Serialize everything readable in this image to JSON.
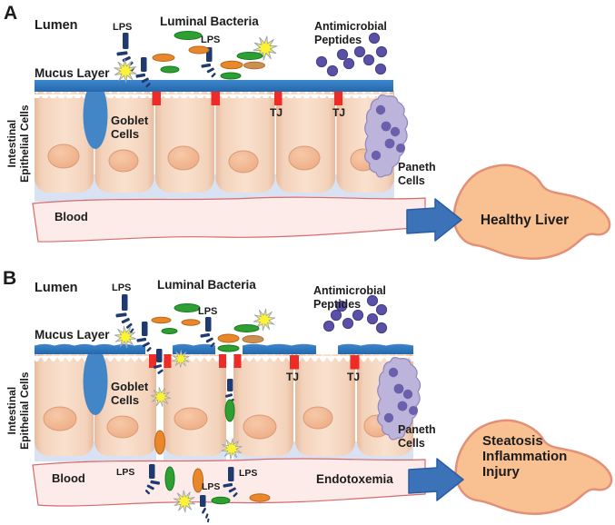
{
  "figure": {
    "description": "Intestinal barrier and liver diagram, panels A and B"
  },
  "colors": {
    "text": "#1c1c1c",
    "navy": "#1e3a6e",
    "mucus": "#2e78c2",
    "goblet": "#4286c8",
    "tj_red": "#ee2b26",
    "cell_fill": "#f6d7c2",
    "cell_edge": "#e7bb9e",
    "nucleus": "#f0b291",
    "nucleus_edge": "#db9a76",
    "amp_purple": "#5b50a7",
    "amp_edge": "#453d85",
    "paneth_fill": "#bdb4dc",
    "paneth_edge": "#9087bf",
    "paneth_granule": "#6b60ab",
    "star_yellow": "#fdf233",
    "star_edge": "#9aa3b5",
    "green": "#2f9e33",
    "green_edge": "#157a1c",
    "orange": "#e8882b",
    "orange_edge": "#bb651a",
    "tan": "#cd8f52",
    "tan_edge": "#a96f33",
    "vessel_fill": "#fcebe9",
    "vessel_edge": "#d76a6a",
    "strip": "#d9e2f2",
    "arrow": "#3b72b8",
    "arrow_edge": "#2a5ca6",
    "liver_fill": "#f9c091",
    "liver_edge": "#e29077"
  },
  "panel_a": {
    "label": "A",
    "lumen": "Lumen",
    "lps_label_1": "LPS",
    "lps_label_2": "LPS",
    "luminal_bacteria": "Luminal Bacteria",
    "antimicrobial_1": "Antimicrobial",
    "antimicrobial_2": "Peptides",
    "mucus_layer": "Mucus Layer",
    "epithelium_1": "Intestinal",
    "epithelium_2": "Epithelial Cells",
    "goblet_1": "Goblet",
    "goblet_2": "Cells",
    "tj_1": "TJ",
    "tj_2": "TJ",
    "paneth_1": "Paneth",
    "paneth_2": "Cells",
    "blood": "Blood",
    "liver": "Healthy Liver"
  },
  "panel_b": {
    "label": "B",
    "lumen": "Lumen",
    "lps_label_1": "LPS",
    "lps_label_2": "LPS",
    "luminal_bacteria": "Luminal Bacteria",
    "antimicrobial_1": "Antimicrobial",
    "antimicrobial_2": "Peptides",
    "mucus_layer": "Mucus Layer",
    "epithelium_1": "Intestinal",
    "epithelium_2": "Epithelial Cells",
    "goblet_1": "Goblet",
    "goblet_2": "Cells",
    "tj_1": "TJ",
    "tj_2": "TJ",
    "paneth_1": "Paneth",
    "paneth_2": "Cells",
    "blood": "Blood",
    "blood_lps_1": "LPS",
    "blood_lps_2": "LPS",
    "blood_lps_3": "LPS",
    "endotoxemia": "Endotoxemia",
    "liver_1": "Steatosis",
    "liver_2": "Inflammation",
    "liver_3": "Injury"
  }
}
